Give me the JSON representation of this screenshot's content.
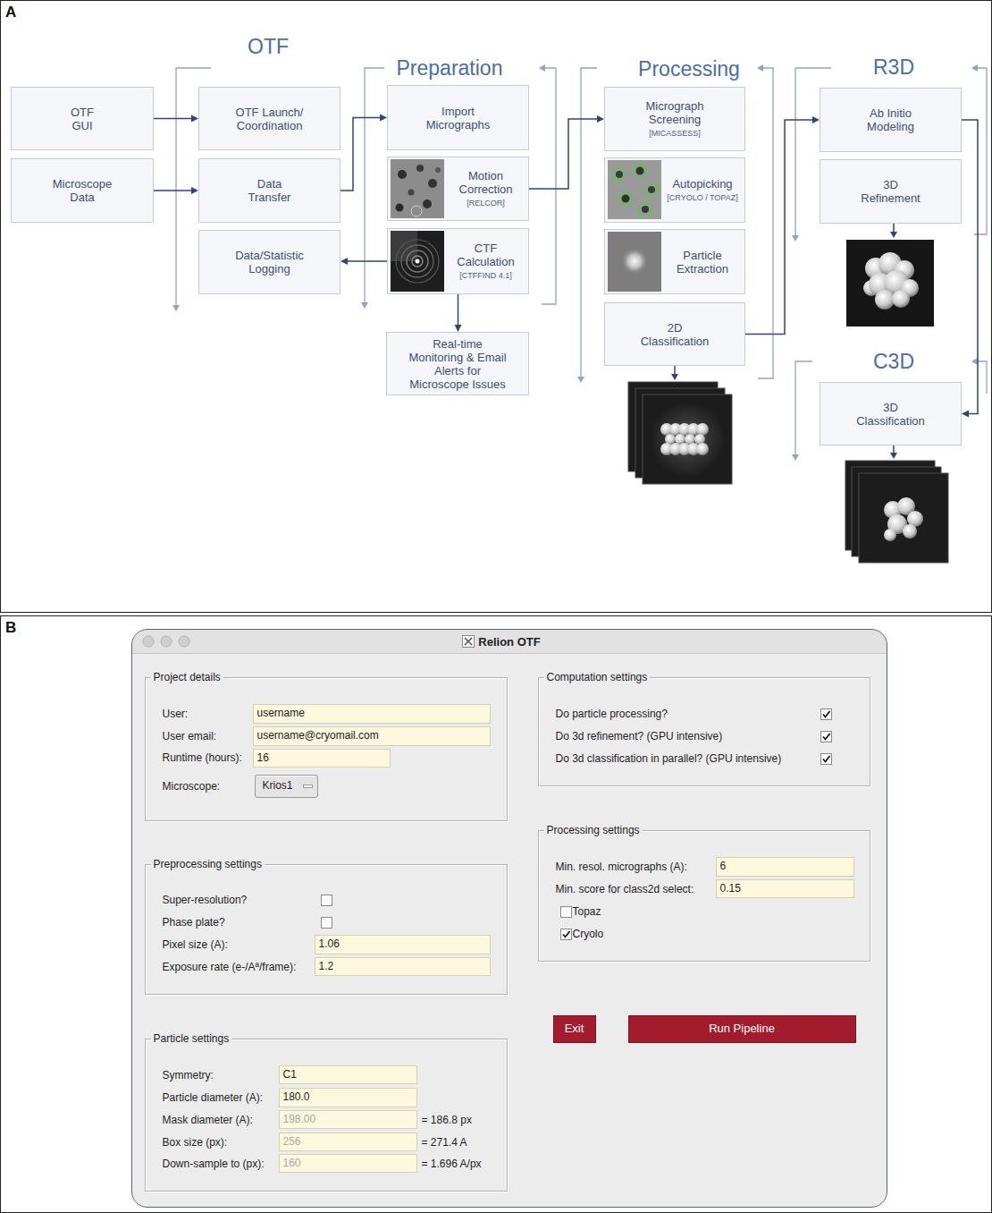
{
  "diagram": {
    "nodes": [
      {
        "text": [
          "OTF GUI"
        ]
      },
      {
        "text": [
          "Microscope Data"
        ]
      },
      {
        "text": [
          "OTF Launch/ Coordination"
        ]
      },
      {
        "text": [
          "Data Transfer"
        ]
      },
      {
        "text": [
          "Data/Statistic Logging"
        ]
      },
      {
        "text": [
          "Import Micrographs"
        ]
      },
      {
        "text": [
          "Motion Correction",
          "[RELCOR]"
        ]
      },
      {
        "text": [
          "CTF Calculation",
          "[CTFFIND 4.1]"
        ]
      },
      {
        "text": [
          "Real-time Monitoring & Email Alerts for Microscope Issues"
        ]
      },
      {
        "text": [
          "Micrograph Screening",
          "[MICASSESS]"
        ]
      },
      {
        "text": [
          "Autopicking",
          "[CRYOLO / TOPAZ]"
        ]
      },
      {
        "text": [
          "Particle Extraction"
        ]
      },
      {
        "text": [
          "2D Classification"
        ]
      },
      {
        "text": [
          "Ab Initio Modeling"
        ]
      },
      {
        "text": [
          "3D Refinement"
        ]
      },
      {
        "text": [
          "3D Classification"
        ]
      },
      {
        "text": [
          "Relion OTF"
        ]
      },
      {
        "text": [
          "Project details",
          "User:",
          "User email:",
          "Runtime (hours):",
          "Microscope:"
        ],
        "in": 16
      },
      {
        "text": [
          "username"
        ],
        "in": 17
      },
      {
        "text": [
          "username@cryomail.com"
        ],
        "in": 17
      },
      {
        "text": [
          "16"
        ],
        "in": 17
      },
      {
        "text": [
          "Krios1"
        ],
        "in": 17
      },
      {
        "text": [
          "Preprocessing settings",
          "Super-resolution?",
          "Phase plate?",
          "Pixel size (A):",
          "Exposure rate (e-/Aª/frame):"
        ],
        "in": 16
      },
      {
        "text": [
          "1.06"
        ],
        "in": 22
      },
      {
        "text": [
          "1.2"
        ],
        "in": 22
      },
      {
        "text": [
          "Particle settings",
          "Symmetry:",
          "Particle diameter (A):",
          "Mask diameter (A):",
          "Box size (px):",
          "Down-sample to (px):",
          "= 186.8 px",
          "= 271.4 A",
          "= 1.696 A/px"
        ],
        "in": 16
      },
      {
        "text": [
          "C1"
        ],
        "in": 25
      },
      {
        "text": [
          "180.0"
        ],
        "in": 25
      },
      {
        "text": [
          "198.00"
        ],
        "in": 25
      },
      {
        "text": [
          "256"
        ],
        "in": 25
      },
      {
        "text": [
          "160"
        ],
        "in": 25
      },
      {
        "text": [
          "Computation settings",
          "Do particle processing?",
          "Do 3d refinement? (GPU intensive)",
          "Do 3d classification in parallel? (GPU intensive)"
        ],
        "in": 16
      },
      {
        "text": [
          "Processing settings",
          "Min. resol. micrographs (A):",
          "Min. score for class2d select:",
          "Topaz",
          "Cryolo"
        ],
        "in": 16
      },
      {
        "text": [
          "6"
        ],
        "in": 32
      },
      {
        "text": [
          "0.15"
        ],
        "in": 32
      },
      {
        "text": [
          "Exit"
        ],
        "in": 16
      },
      {
        "text": [
          "Run Pipeline"
        ],
        "in": 16
      }
    ],
    "edges": [
      {
        "from": 0,
        "to": 2,
        "arrow": "to"
      },
      {
        "from": 1,
        "to": 3,
        "arrow": "to"
      },
      {
        "from": 3,
        "to": 5,
        "arrow": "to"
      },
      {
        "from": 7,
        "to": 4,
        "arrow": "to"
      },
      {
        "from": 7,
        "to": 8,
        "arrow": "to"
      },
      {
        "from": 6,
        "to": 9,
        "arrow": "to"
      },
      {
        "from": 12,
        "to": 13,
        "arrow": "to"
      },
      {
        "from": 13,
        "to": 15,
        "arrow": "to"
      }
    ],
    "labels": [
      "A",
      "OTF",
      "Preparation",
      "Processing",
      "R3D",
      "C3D",
      "B"
    ]
  }
}
